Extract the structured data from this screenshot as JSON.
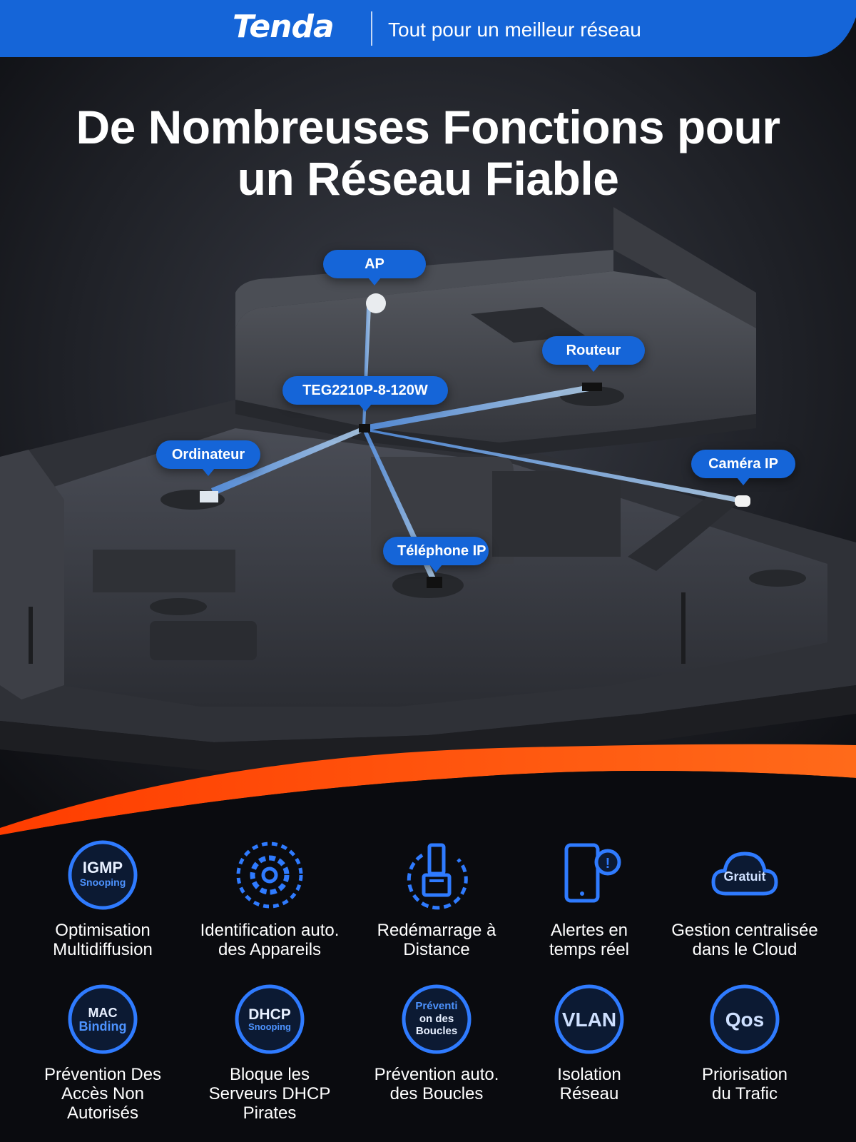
{
  "header": {
    "brand": "Tenda",
    "tagline": "Tout pour un meilleur réseau"
  },
  "hero": {
    "title_line1": "De Nombreuses Fonctions pour",
    "title_line2": "un Réseau Fiable"
  },
  "scene": {
    "labels": {
      "ap": "AP",
      "switch": "TEG2210P-8-120W",
      "router": "Routeur",
      "computer": "Ordinateur",
      "camera": "Caméra IP",
      "phone": "Téléphone IP"
    }
  },
  "features": [
    {
      "line1": "Optimisation",
      "line2": "Multidiffusion",
      "line3": "",
      "icon": "igmp-snooping-icon",
      "badge1": "IGMP",
      "badge2": "Snooping"
    },
    {
      "line1": "Identification auto.",
      "line2": "des Appareils",
      "line3": "",
      "icon": "gear-icon",
      "badge1": "",
      "badge2": ""
    },
    {
      "line1": "Redémarrage à",
      "line2": "Distance",
      "line3": "",
      "icon": "ethernet-restart-icon",
      "badge1": "",
      "badge2": ""
    },
    {
      "line1": "Alertes en",
      "line2": "temps réel",
      "line3": "",
      "icon": "phone-alert-icon",
      "badge1": "",
      "badge2": ""
    },
    {
      "line1": "Gestion centralisée",
      "line2": "dans le Cloud",
      "line3": "",
      "icon": "cloud-icon",
      "badge1": "Gratuit",
      "badge2": ""
    },
    {
      "line1": "Prévention Des",
      "line2": "Accès Non",
      "line3": "Autorisés",
      "icon": "mac-binding-icon",
      "badge1": "MAC",
      "badge2": "Binding"
    },
    {
      "line1": "Bloque les",
      "line2": "Serveurs DHCP",
      "line3": "Pirates",
      "icon": "dhcp-snooping-icon",
      "badge1": "DHCP",
      "badge2": "Snooping"
    },
    {
      "line1": "Prévention auto.",
      "line2": "des Boucles",
      "line3": "",
      "icon": "loop-prevention-icon",
      "badge1": "Préventi",
      "badge2": "on des",
      "badge3": "Boucles"
    },
    {
      "line1": "Isolation",
      "line2": "Réseau",
      "line3": "",
      "icon": "vlan-icon",
      "badge1": "VLAN",
      "badge2": ""
    },
    {
      "line1": "Priorisation",
      "line2": "du Trafic",
      "line3": "",
      "icon": "qos-icon",
      "badge1": "Qos",
      "badge2": ""
    }
  ],
  "colors": {
    "brand_blue": "#1565d8",
    "accent_orange": "#ff5a14",
    "icon_blue": "#2f7bff"
  }
}
